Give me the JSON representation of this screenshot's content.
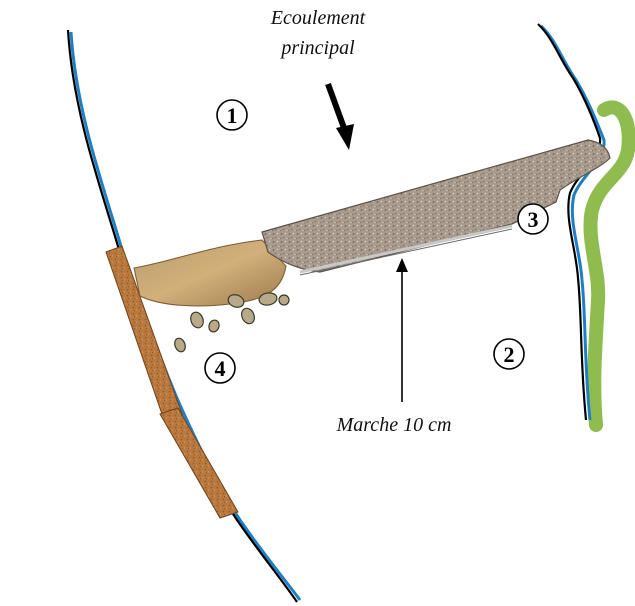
{
  "diagram": {
    "labels": {
      "flow_line1": "Ecoulement",
      "flow_line2": "principal",
      "step": "Marche 10 cm"
    },
    "markers": [
      "1",
      "2",
      "3",
      "4"
    ],
    "colors": {
      "bank_line": "#000000",
      "water_edge": "#1f7fc4",
      "vegetation": "#8fbc4f",
      "gravel": "#a89a8c",
      "sediment": "#c19a63",
      "wood": "#b8793e"
    },
    "icons": {
      "flow_arrow": "arrow-down-icon",
      "pointer": "arrow-up-icon"
    }
  }
}
